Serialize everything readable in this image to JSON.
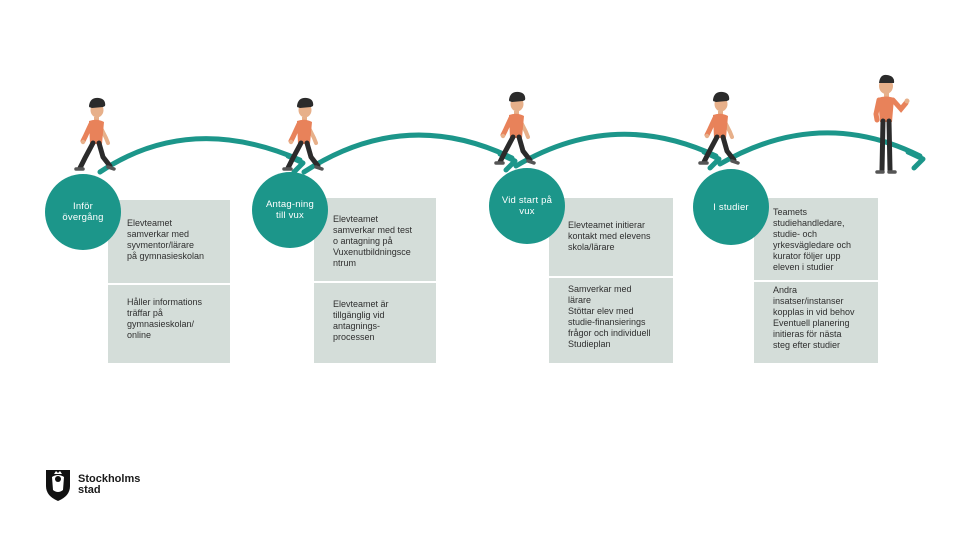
{
  "colors": {
    "teal": "#1c968a",
    "card": "#d4ddd9",
    "shirt": "#e8825a",
    "pants": "#2b2b2b"
  },
  "stages": [
    {
      "label": "Inför\növergång",
      "sections": [
        "Elevteamet\nsamverkar med\nsyvmentor/lärare\npå gymnasieskolan",
        "Håller informations\nträffar på\ngymnasieskolan/\nonline"
      ]
    },
    {
      "label": "Antag-ning\ntill vux",
      "sections": [
        "Elevteamet\nsamverkar med test\no antagning på\nVuxenutbildningsce\nntrum",
        "Elevteamet är\ntillgänglig vid\nantagnings-\nprocessen"
      ]
    },
    {
      "label": "Vid start på\nvux",
      "sections": [
        "Elevteamet initierar\nkontakt med elevens\nskola/lärare",
        "Samverkar med\nlärare\nStöttar elev med\nstudie-finansierings\nfrågor och individuell\nStudieplan"
      ]
    },
    {
      "label": "I studier",
      "sections": [
        "Teamets\nstudiehandledare,\nstudie- och\nyrkesvägledare och\nkurator följer upp\neleven i studier",
        "Andra\ninsatser/instanser\nkopplas in vid behov\nEventuell planering\ninitieras för nästa\nsteg efter studier"
      ]
    }
  ],
  "logo": {
    "text": "Stockholms\nstad",
    "icon": "stockholm-crest-icon"
  }
}
